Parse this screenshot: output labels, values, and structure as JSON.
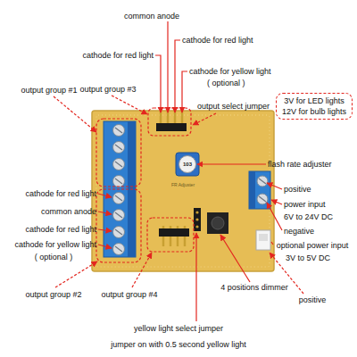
{
  "diagram": {
    "nodes": [
      {
        "text": [
          "3V for LED lights",
          "12V for bulb lights"
        ]
      }
    ],
    "labels": [
      "common anode",
      "cathode for red light",
      "cathode for red light",
      "cathode for yellow light",
      "( optional )",
      "output group #1",
      "output group #3",
      "output select jumper",
      "flash rate adjuster",
      "positive",
      "power input",
      "6V to 24V DC",
      "cathode for red light",
      "common anode",
      "cathode for red light",
      "negative",
      "cathode for yellow light",
      "optional power input",
      "( optional )",
      "3V to 5V DC",
      "4 positions dimmer",
      "output group #2",
      "output group #4",
      "positive",
      "yellow light select jumper",
      "jumper on with 0.5 second yellow light",
      "103",
      "FR Adjuster"
    ]
  }
}
